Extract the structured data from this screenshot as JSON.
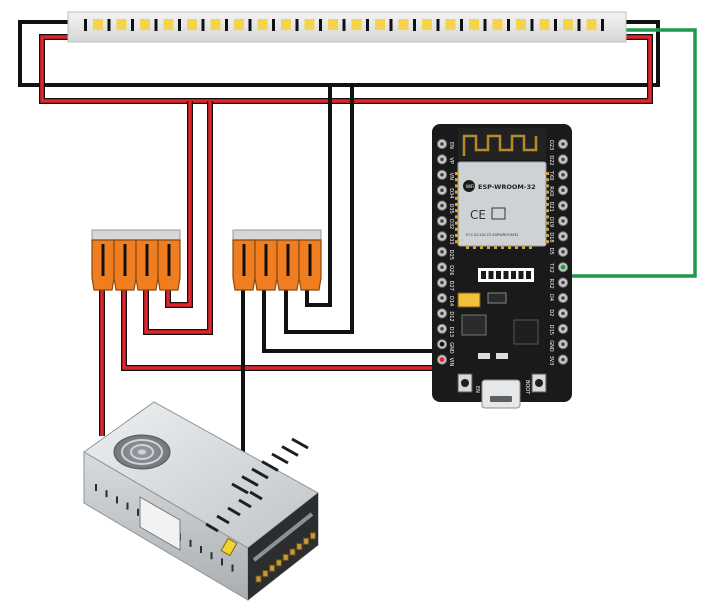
{
  "colors": {
    "wire_black": "#111111",
    "wire_red": "#e0252b",
    "wire_green": "#1d9a4a",
    "wire_outline": "#111111",
    "wago_orange": "#f07d1f",
    "wago_grey": "#d7d7d7",
    "board_black": "#1a1a1a",
    "pin_silver": "#c8c8c8",
    "led_yellow": "#f6d34a",
    "psu_silver": "#cfd3d6"
  },
  "esp32": {
    "module_name": "ESP-WROOM-32",
    "wifi_label": "WiFi",
    "fcc_text": "FCC ID:2AC7Z-ESPWROOM32",
    "left_pins": [
      "EN",
      "VP",
      "VN",
      "D34",
      "D35",
      "D32",
      "D33",
      "D25",
      "D26",
      "D27",
      "D14",
      "D12",
      "D13",
      "GND",
      "VIN"
    ],
    "right_pins": [
      "D23",
      "D22",
      "TX0",
      "RX0",
      "D21",
      "D19",
      "D18",
      "D5",
      "TX2",
      "RX2",
      "D4",
      "D2",
      "D15",
      "GND",
      "3V3"
    ],
    "button_left": "EN",
    "button_right": "BOOT"
  },
  "psu": {
    "icon": "power-supply-unit"
  },
  "led_strip": {
    "icon": "led-strip"
  }
}
